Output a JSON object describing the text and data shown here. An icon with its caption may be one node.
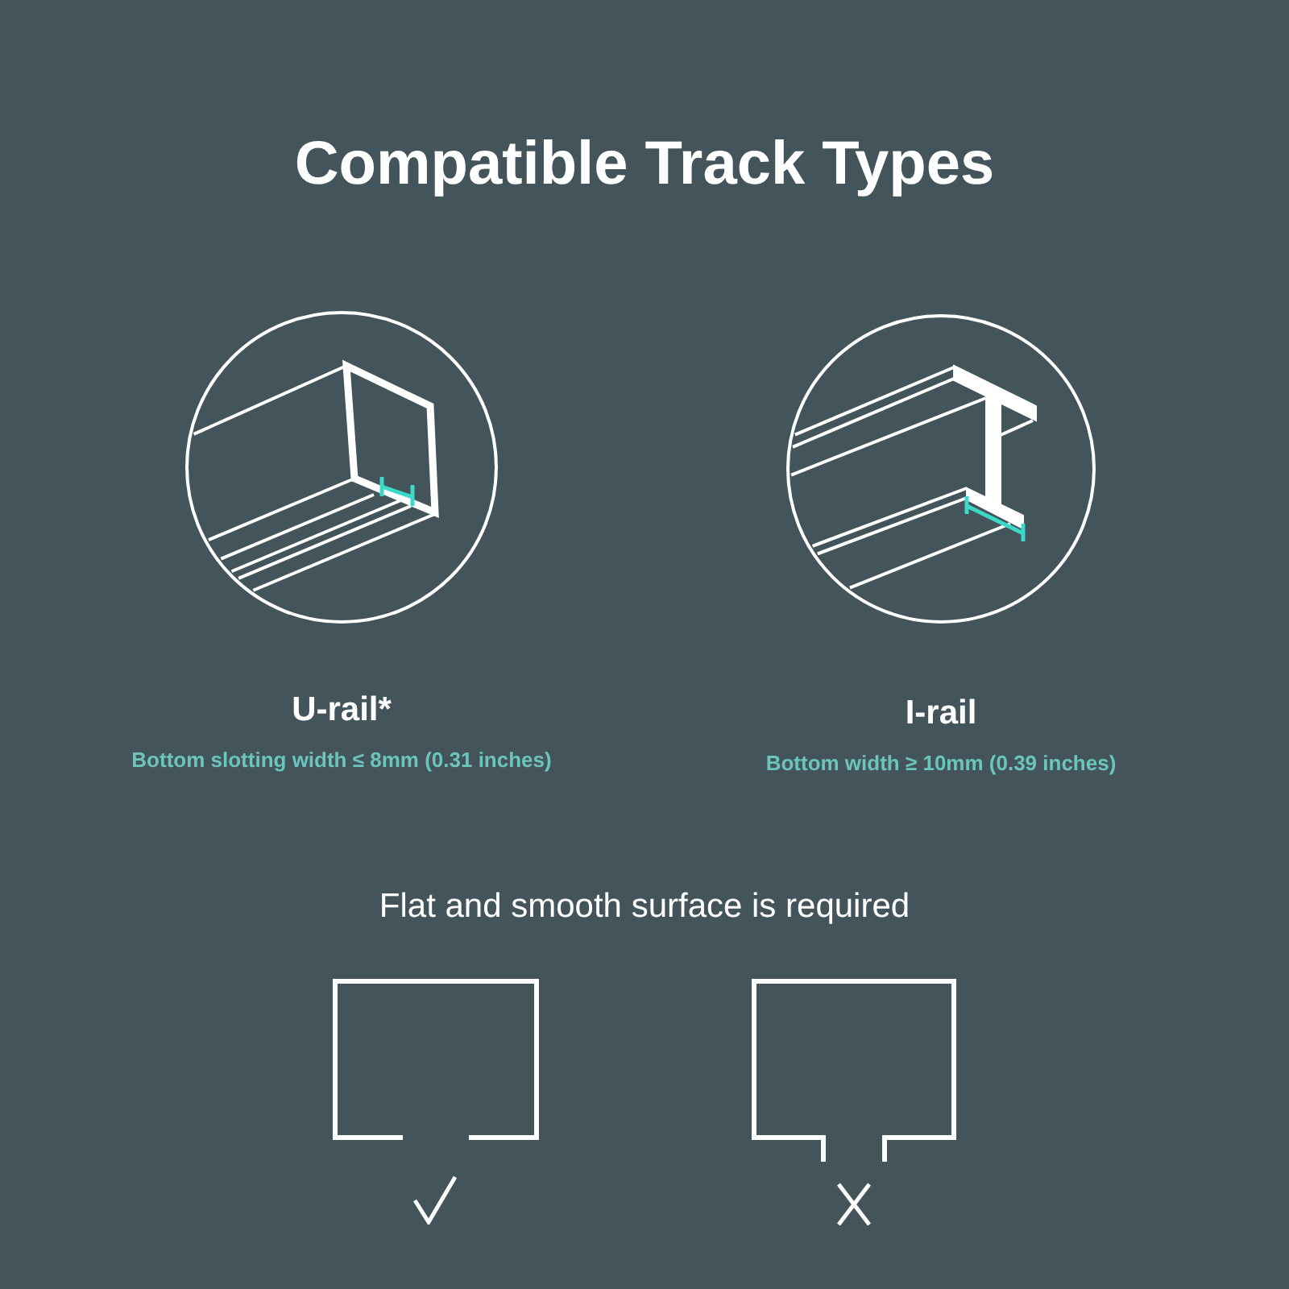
{
  "diagram": {
    "title": "Compatible Track Types",
    "nodes": [
      {
        "text": [],
        "shape": "circle",
        "beside": [
          "U-rail*",
          "Bottom slotting width ≤ 8mm (0.31 inches)"
        ]
      },
      {
        "text": [],
        "shape": "circle",
        "beside": [
          "I-rail",
          "Bottom width ≥ 10mm (0.39 inches)"
        ]
      }
    ],
    "labels": [
      "Flat and smooth surface is required"
    ]
  }
}
